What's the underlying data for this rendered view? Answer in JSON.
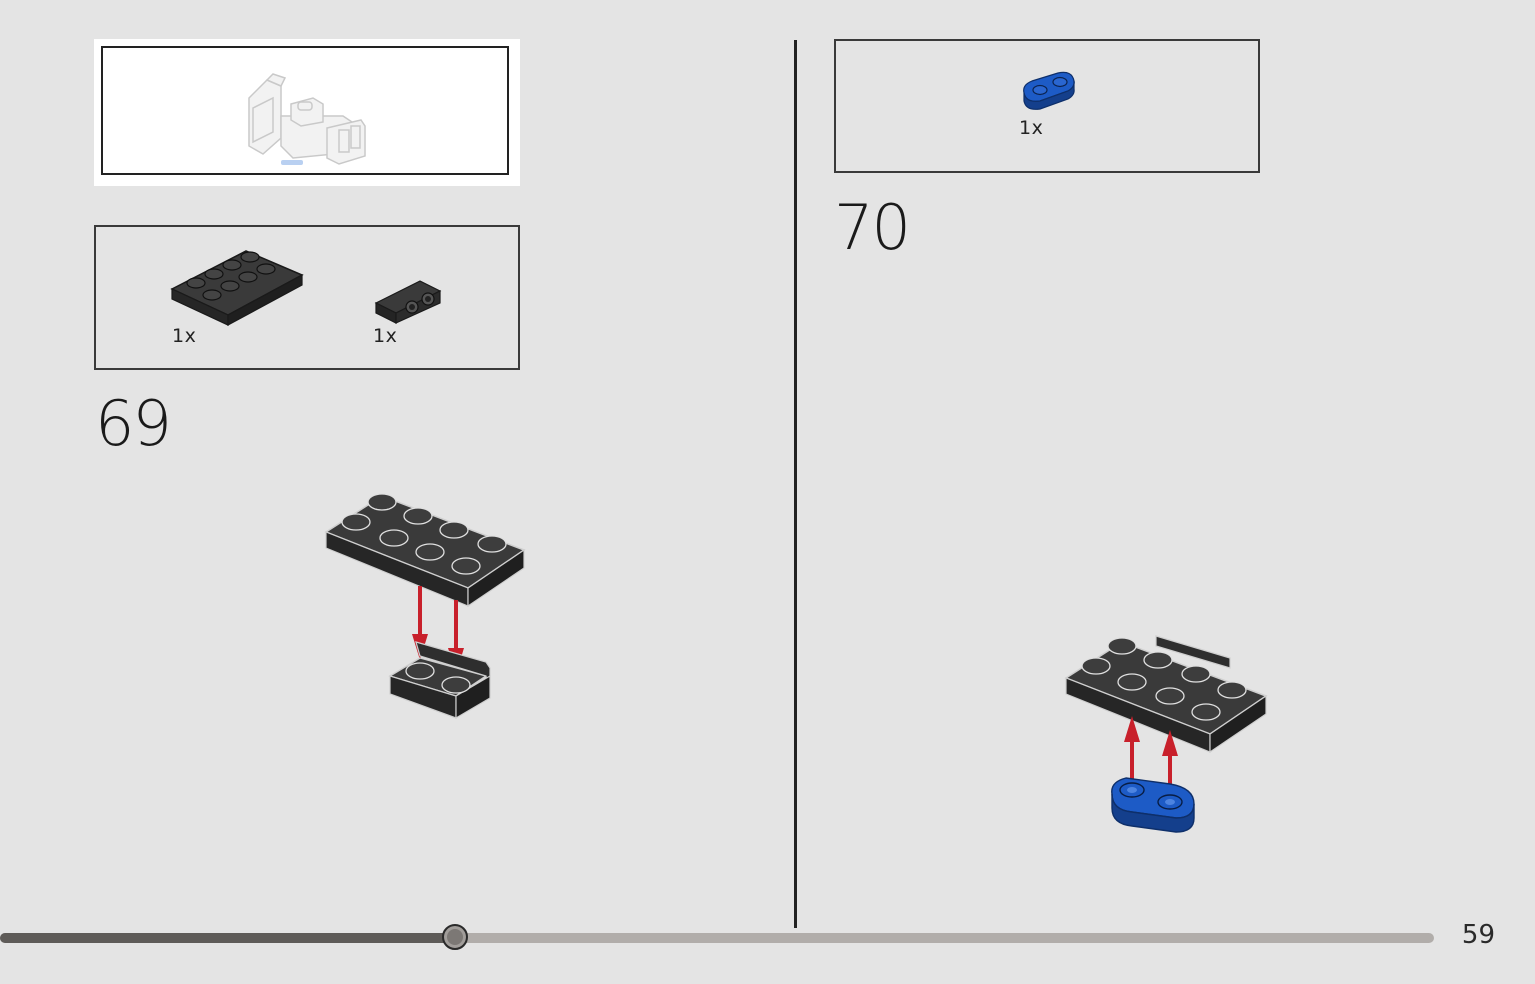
{
  "page": {
    "number": "59"
  },
  "progress": {
    "fraction": 0.317
  },
  "steps": [
    {
      "number": "69",
      "preview": {
        "icon": "assembly-preview-icon"
      },
      "parts": [
        {
          "icon": "black-plate-2x4-icon",
          "color": "#2b2b2b",
          "qty": "1x"
        },
        {
          "icon": "black-bracket-1x2-icon",
          "color": "#2b2b2b",
          "qty": "1x"
        }
      ],
      "arrow_color": "#c8202b"
    },
    {
      "number": "70",
      "parts": [
        {
          "icon": "blue-plate-1x2-rounded-icon",
          "color": "#1d5bc6",
          "qty": "1x"
        }
      ],
      "arrow_color": "#c8202b"
    }
  ]
}
